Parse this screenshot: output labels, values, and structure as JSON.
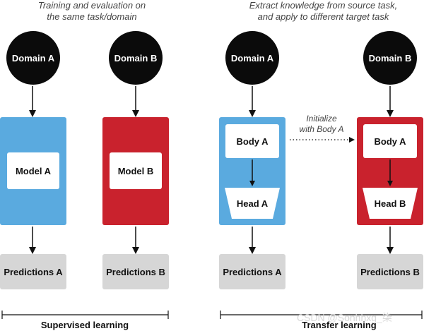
{
  "left": {
    "caption_line1": "Training and evaluation on",
    "caption_line2": "the same task/domain",
    "domain_a": "Domain A",
    "domain_b": "Domain B",
    "model_a": "Model A",
    "model_b": "Model B",
    "predictions_a": "Predictions A",
    "predictions_b": "Predictions B",
    "bottom_label": "Supervised learning"
  },
  "right": {
    "caption_line1": "Extract knowledge from source task,",
    "caption_line2": "and apply to  different target task",
    "domain_a": "Domain A",
    "domain_b": "Domain B",
    "body_a": "Body A",
    "head_a": "Head A",
    "body_b": "Body A",
    "head_b": "Head B",
    "init_line1": "Initialize",
    "init_line2": "with Body A",
    "predictions_a": "Predictions A",
    "predictions_b": "Predictions B",
    "bottom_label": "Transfer learning"
  },
  "watermark": "CSDN @Sonhhxg_柒",
  "colors": {
    "blue": "#5aaadf",
    "red": "#c9222d",
    "gray": "#d6d6d6",
    "black": "#0b0b0b"
  }
}
